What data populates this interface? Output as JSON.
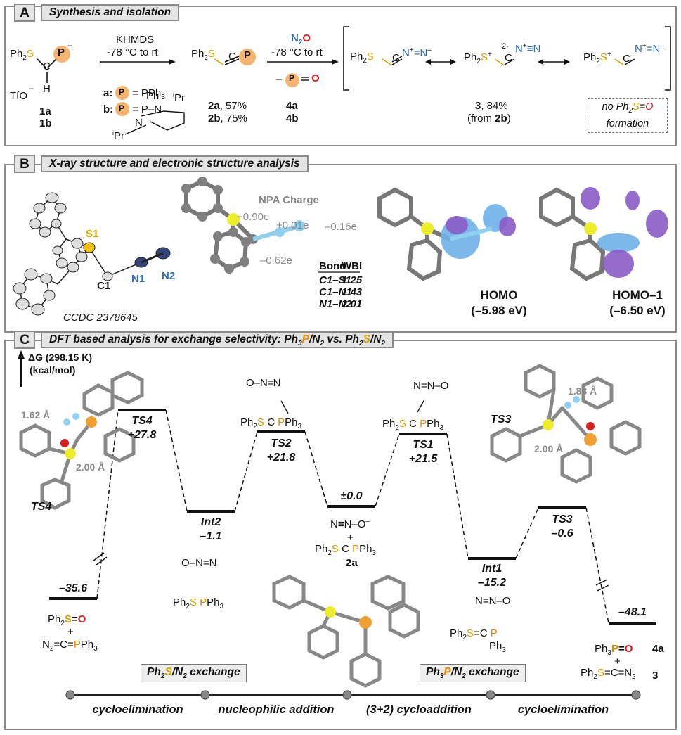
{
  "panelA": {
    "label": "A",
    "title": "Synthesis and isolation",
    "reagent1": "KHMDS",
    "cond1": "-78 °C to rt",
    "reagent2": "N",
    "reagent2_sub": "2",
    "reagent2_o": "O",
    "cond2": "-78 °C to rt",
    "byproduct_prefix": "–",
    "byproduct_label": "P",
    "byproduct_o": "O",
    "cmpd_1a": "1a",
    "cmpd_1b": "1b",
    "cmpd_2a": "2a",
    "yield_2a": ", 57%",
    "cmpd_2b": "2b",
    "yield_2b": ", 75%",
    "cmpd_4a": "4a",
    "cmpd_4b": "4b",
    "cmpd_3": "3",
    "yield_3": ", 84%",
    "from_prefix": "(from ",
    "from_cmpd": "2b",
    "from_suffix": ")",
    "def_a_label": "a:",
    "def_a_value": "= PPh",
    "def_a_sub": "3",
    "def_b_label": "b:",
    "tfo": "TfO",
    "note_line1": "no Ph",
    "note_sub": "2",
    "note_s": "S",
    "note_eq": "=",
    "note_o": "O",
    "note_line2": "formation",
    "charge_2minus": "2-"
  },
  "panelB": {
    "label": "B",
    "title": "X-ray structure and electronic structure analysis",
    "atom_s1": "S1",
    "atom_c1": "C1",
    "atom_n1": "N1",
    "atom_n2": "N2",
    "ccdc": "CCDC 2378645",
    "npa_title": "NPA Charge",
    "npa_s": "+0.90e",
    "npa_n1": "+0.01e",
    "npa_n2": "–0.16e",
    "npa_c": "–0.62e",
    "wbi_table": {
      "headers": [
        "Bond",
        "WBI"
      ],
      "rows": [
        [
          "C1–S1",
          "1.25"
        ],
        [
          "C1–N1",
          "1.43"
        ],
        [
          "N1–N2",
          "2.01"
        ]
      ]
    },
    "homo_label": "HOMO",
    "homo_energy": "(–5.98 eV)",
    "homo1_label": "HOMO–1",
    "homo1_energy": "(–6.50 eV)"
  },
  "panelC": {
    "label": "C",
    "title_prefix": "DFT based analysis for exchange selectivity: Ph",
    "title_p": "P",
    "title_mid": "/N",
    "title_vs": " vs. Ph",
    "title_s": "S",
    "title_end": "/N",
    "axis_line1": "ΔG (298.15 K)",
    "axis_line2": "(kcal/mol)",
    "states": [
      {
        "name": "TS4",
        "energy": "+27.8"
      },
      {
        "name": "Int2",
        "energy": "–1.1"
      },
      {
        "name": "TS2",
        "energy": "+21.8"
      },
      {
        "name": "",
        "energy": "±0.0"
      },
      {
        "name": "TS1",
        "energy": "+21.5"
      },
      {
        "name": "Int1",
        "energy": "–15.2"
      },
      {
        "name": "TS3",
        "energy": "–0.6"
      },
      {
        "name": "",
        "energy": "–35.6"
      },
      {
        "name": "",
        "energy": "–48.1"
      }
    ],
    "dist_ts4_a": "1.62 Å",
    "dist_ts4_b": "2.00 Å",
    "dist_ts3_a": "1.83 Å",
    "dist_ts3_b": "2.00 Å",
    "ts4_struct_label": "TS4",
    "ts3_struct_label": "TS3",
    "cmpd_2a": "2a",
    "cmpd_4a": "4a",
    "cmpd_3": "3",
    "exchange_s_prefix": "Ph",
    "exchange_s_s": "S",
    "exchange_s_suffix": "/N",
    "exchange_s_end": " exchange",
    "exchange_p_prefix": "Ph",
    "exchange_p_p": "P",
    "exchange_p_suffix": "/N",
    "exchange_p_end": " exchange",
    "steps": [
      "cycloelimination",
      "nucleophilic addition",
      "(3+2) cycloaddition",
      "cycloelimination"
    ]
  },
  "colors": {
    "sulfur": "#f2c200",
    "phosphorus": "#f0a030",
    "nitrogen": "#2e6db4",
    "oxygen": "#d62020",
    "panel_border": "#8a8a8a",
    "orbital_blue": "#6fb0e8",
    "orbital_purple": "#8a5cc7"
  }
}
